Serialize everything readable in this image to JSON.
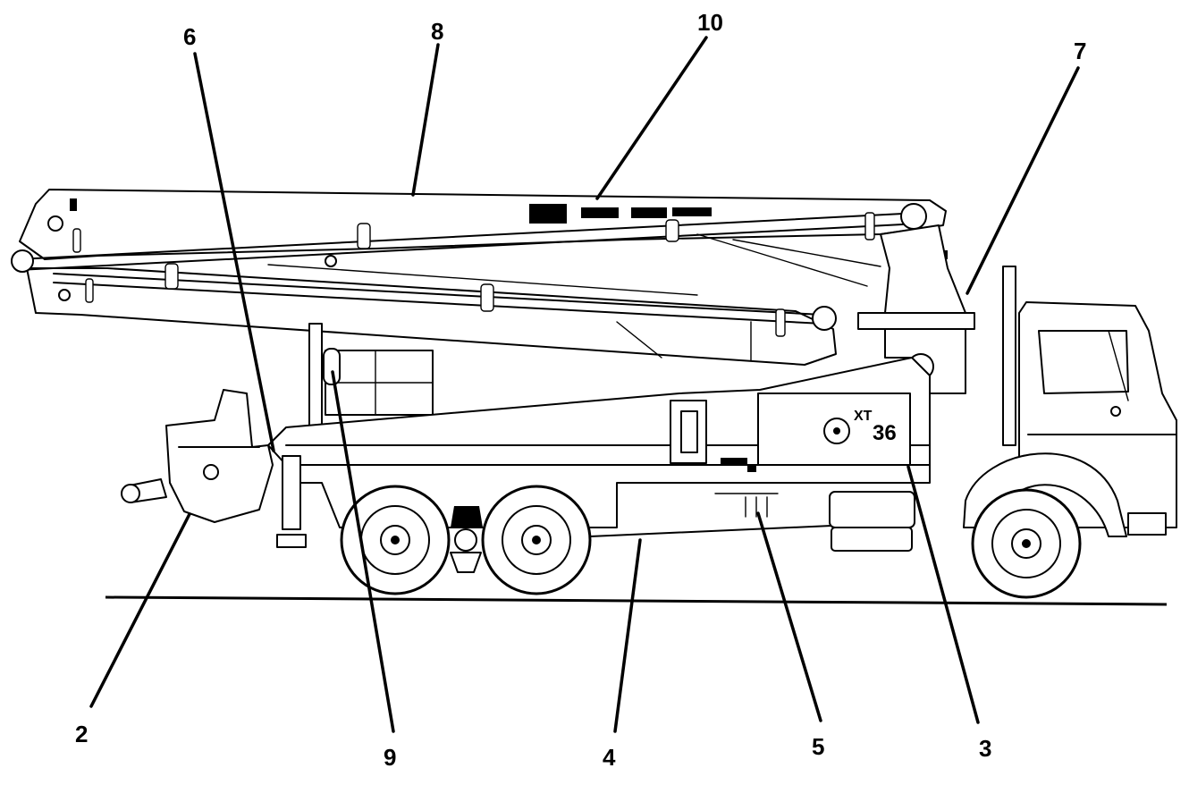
{
  "diagram": {
    "model_prefix": "XT",
    "model_number": "36",
    "callouts": [
      {
        "id": "2",
        "label": "2"
      },
      {
        "id": "3",
        "label": "3"
      },
      {
        "id": "4",
        "label": "4"
      },
      {
        "id": "5",
        "label": "5"
      },
      {
        "id": "6",
        "label": "6"
      },
      {
        "id": "7",
        "label": "7"
      },
      {
        "id": "8",
        "label": "8"
      },
      {
        "id": "9",
        "label": "9"
      },
      {
        "id": "10",
        "label": "10"
      }
    ]
  }
}
